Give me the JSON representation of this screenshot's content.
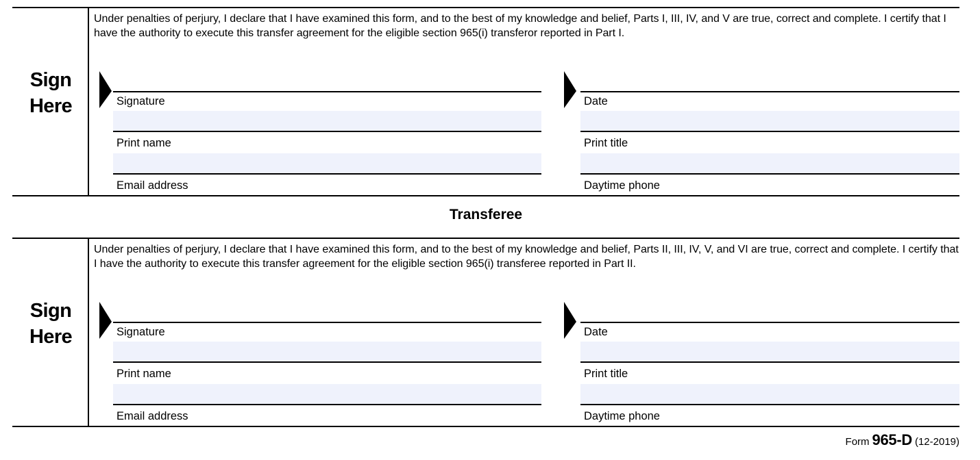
{
  "sections": [
    {
      "id": "transferor",
      "sign_here": {
        "line1": "Sign",
        "line2": "Here"
      },
      "declaration": "Under penalties of perjury, I declare that I have examined this form, and to the best of my knowledge and belief, Parts I, III, IV, and V are true, correct and complete. I certify that I have the authority to execute this transfer agreement for the eligible section 965(i) transferor reported in Part I.",
      "left_column": {
        "line_label": "Signature",
        "field1_label": "Print name",
        "field1_value": "",
        "field2_label": "Email address",
        "field2_value": ""
      },
      "right_column": {
        "line_label": "Date",
        "field1_label": "Print title",
        "field1_value": "",
        "field2_label": "Daytime phone",
        "field2_value": ""
      }
    },
    {
      "id": "transferee",
      "sign_here": {
        "line1": "Sign",
        "line2": "Here"
      },
      "declaration": "Under penalties of perjury, I declare that I have examined this form, and to the best of my knowledge and belief, Parts II, III, IV, V, and VI are true, correct and complete. I certify that I have the authority to execute this transfer agreement for the eligible section 965(i) transferee reported in Part II.",
      "left_column": {
        "line_label": "Signature",
        "field1_label": "Print name",
        "field1_value": "",
        "field2_label": "Email address",
        "field2_value": ""
      },
      "right_column": {
        "line_label": "Date",
        "field1_label": "Print title",
        "field1_value": "",
        "field2_label": "Daytime phone",
        "field2_value": ""
      }
    }
  ],
  "transferee_heading": "Transferee",
  "footer": {
    "form_label": "Form",
    "form_number": "965-D",
    "revision": "(12-2019)"
  },
  "colors": {
    "fillable_field": "#eff2fc",
    "rule": "#000000"
  }
}
